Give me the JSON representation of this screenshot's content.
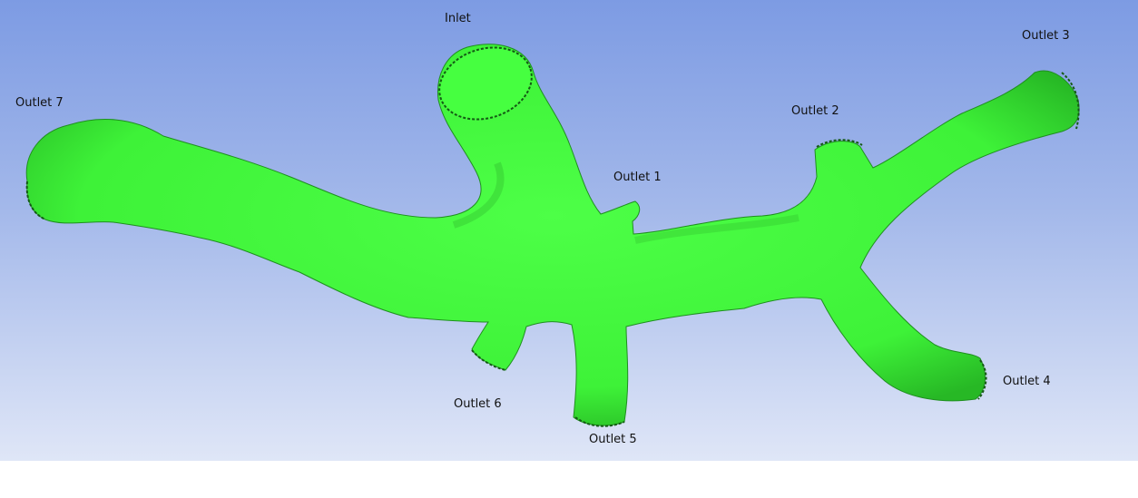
{
  "labels": {
    "inlet": "Inlet",
    "outlet1": "Outlet 1",
    "outlet2": "Outlet 2",
    "outlet3": "Outlet 3",
    "outlet4": "Outlet 4",
    "outlet5": "Outlet 5",
    "outlet6": "Outlet 6",
    "outlet7": "Outlet 7"
  },
  "colors": {
    "vessel_fill": "#44ff3f",
    "vessel_shade": "#1c9a1c",
    "background_top": "#7d9be3",
    "background_bottom": "#dfe6f7"
  }
}
